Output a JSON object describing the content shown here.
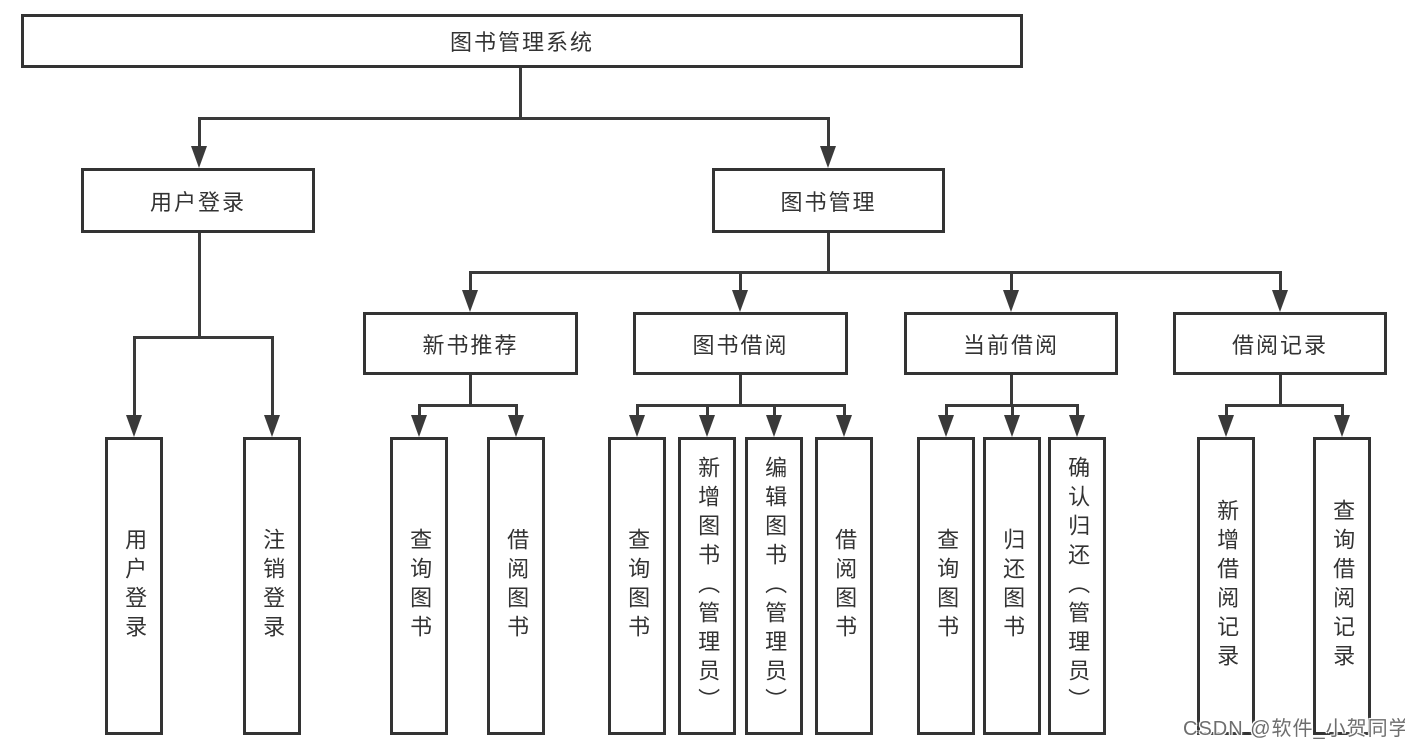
{
  "diagram": {
    "root": "图书管理系统",
    "level2": {
      "user_login": "用户登录",
      "book_mgmt": "图书管理"
    },
    "level3": {
      "new_book_rec": "新书推荐",
      "book_borrow": "图书借阅",
      "current_borrow": "当前借阅",
      "borrow_records": "借阅记录"
    },
    "leaves": {
      "user_login_login": "用户登录",
      "user_login_logout": "注销登录",
      "nbr_query_book": "查询图书",
      "nbr_borrow_book": "借阅图书",
      "bb_query_book": "查询图书",
      "bb_add_book_admin": "新增图书（管理员）",
      "bb_edit_book_admin": "编辑图书（管理员）",
      "bb_borrow_book": "借阅图书",
      "cb_query_book": "查询图书",
      "cb_return_book": "归还图书",
      "cb_confirm_return_admin": "确认归还（管理员）",
      "br_add_record": "新增借阅记录",
      "br_query_record": "查询借阅记录"
    }
  },
  "watermark": "CSDN @软件_小贺同学",
  "colors": {
    "line": "#3a3a3a",
    "border": "#333333",
    "text": "#333333",
    "background": "#ffffff",
    "watermark": "#6e6e6e"
  }
}
